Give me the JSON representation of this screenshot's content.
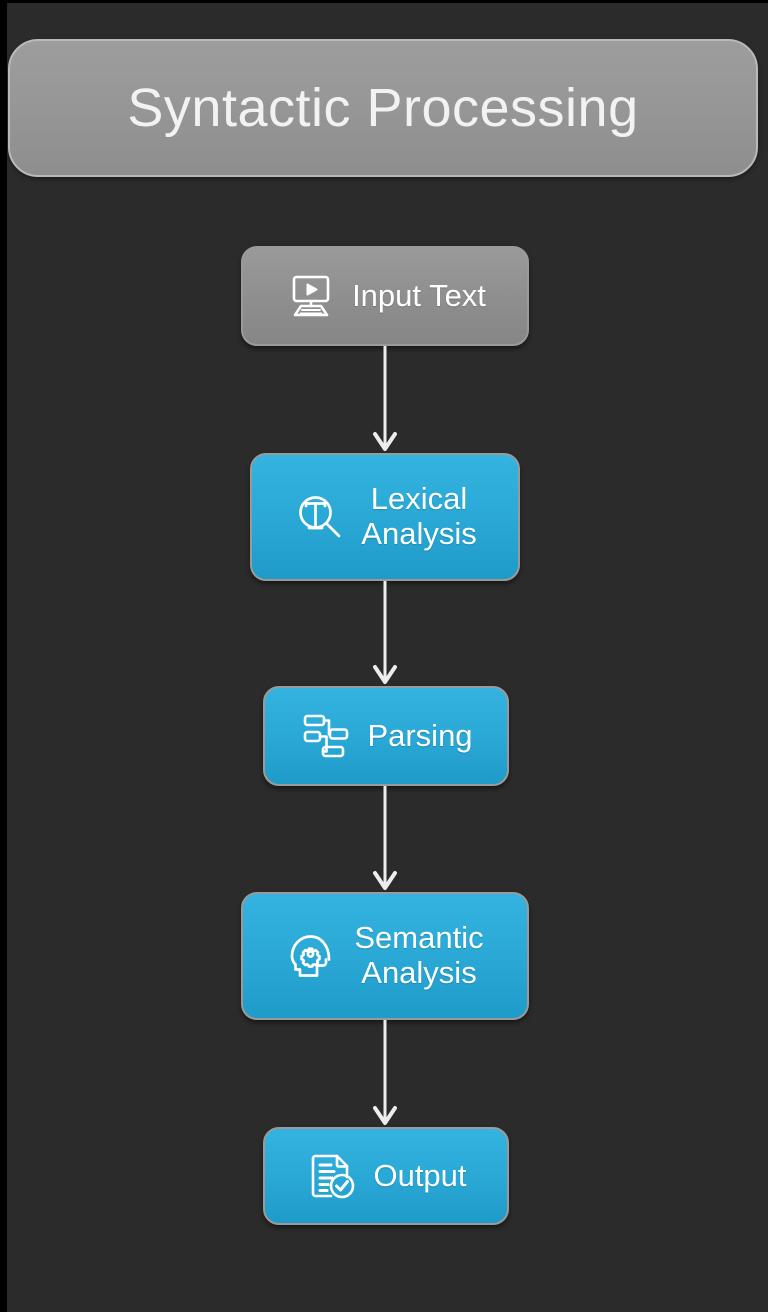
{
  "page": {
    "background_color": "#2b2b2b",
    "border_color": "#000000"
  },
  "header": {
    "title": "Syntactic Processing",
    "background_color": "#979797",
    "text_color": "#f2f2f2",
    "border_color": "#b9b9b9"
  },
  "diagram": {
    "type": "flowchart",
    "orientation": "vertical-top-to-bottom",
    "accent_color": "#2aa8d6",
    "neutral_color": "#919191",
    "connector_color": "#e8e8e8",
    "nodes": [
      {
        "id": "input-text",
        "label": "Input Text",
        "icon": "computer-monitor-play-icon",
        "style": "gray",
        "fill_color": "#919191"
      },
      {
        "id": "lexical-analysis",
        "label": "Lexical\nAnalysis",
        "icon": "magnifier-text-icon",
        "style": "blue",
        "fill_color": "#2aa8d6"
      },
      {
        "id": "parsing",
        "label": "Parsing",
        "icon": "sitemap-tree-icon",
        "style": "blue",
        "fill_color": "#2aa8d6"
      },
      {
        "id": "semantic-analysis",
        "label": "Semantic\nAnalysis",
        "icon": "head-gear-icon",
        "style": "blue",
        "fill_color": "#2aa8d6"
      },
      {
        "id": "output",
        "label": "Output",
        "icon": "document-check-icon",
        "style": "blue",
        "fill_color": "#2aa8d6"
      }
    ],
    "connectors": [
      {
        "id": "arrow-input-to-lexical",
        "from": "input-text",
        "to": "lexical-analysis",
        "icon": "down-arrow-icon"
      },
      {
        "id": "arrow-lexical-to-parsing",
        "from": "lexical-analysis",
        "to": "parsing",
        "icon": "down-arrow-icon"
      },
      {
        "id": "arrow-parsing-to-semantic",
        "from": "parsing",
        "to": "semantic-analysis",
        "icon": "down-arrow-icon"
      },
      {
        "id": "arrow-semantic-to-output",
        "from": "semantic-analysis",
        "to": "output",
        "icon": "down-arrow-icon"
      }
    ]
  }
}
